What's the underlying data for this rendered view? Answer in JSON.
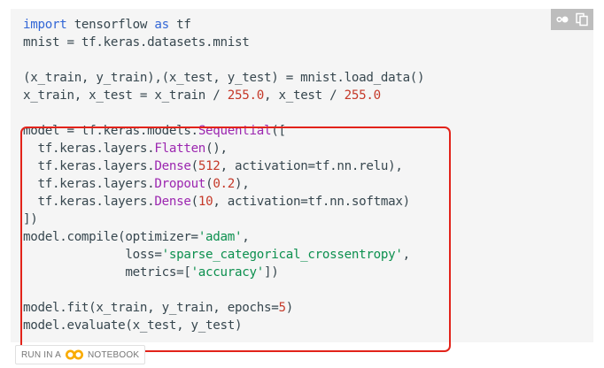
{
  "code_block": {
    "lines": [
      [
        {
          "t": "import",
          "c": "kw"
        },
        {
          "t": " tensorflow "
        },
        {
          "t": "as",
          "c": "kw"
        },
        {
          "t": " tf"
        }
      ],
      [
        {
          "t": "mnist = tf.keras.datasets.mnist"
        }
      ],
      [],
      [
        {
          "t": "(x_train, y_train),(x_test, y_test) = mnist.load_data()"
        }
      ],
      [
        {
          "t": "x_train, x_test = x_train / "
        },
        {
          "t": "255.0",
          "c": "num"
        },
        {
          "t": ", x_test / "
        },
        {
          "t": "255.0",
          "c": "num"
        }
      ],
      [],
      [
        {
          "t": "model = tf.keras.models."
        },
        {
          "t": "Sequential",
          "c": "fn"
        },
        {
          "t": "(["
        }
      ],
      [
        {
          "t": "  tf.keras.layers."
        },
        {
          "t": "Flatten",
          "c": "fn"
        },
        {
          "t": "(),"
        }
      ],
      [
        {
          "t": "  tf.keras.layers."
        },
        {
          "t": "Dense",
          "c": "fn"
        },
        {
          "t": "("
        },
        {
          "t": "512",
          "c": "num"
        },
        {
          "t": ", activation=tf.nn.relu),"
        }
      ],
      [
        {
          "t": "  tf.keras.layers."
        },
        {
          "t": "Dropout",
          "c": "fn"
        },
        {
          "t": "("
        },
        {
          "t": "0.2",
          "c": "num"
        },
        {
          "t": "),"
        }
      ],
      [
        {
          "t": "  tf.keras.layers."
        },
        {
          "t": "Dense",
          "c": "fn"
        },
        {
          "t": "("
        },
        {
          "t": "10",
          "c": "num"
        },
        {
          "t": ", activation=tf.nn.softmax)"
        }
      ],
      [
        {
          "t": "])"
        }
      ],
      [
        {
          "t": "model.compile(optimizer="
        },
        {
          "t": "'adam'",
          "c": "str"
        },
        {
          "t": ","
        }
      ],
      [
        {
          "t": "              loss="
        },
        {
          "t": "'sparse_categorical_crossentropy'",
          "c": "str"
        },
        {
          "t": ","
        }
      ],
      [
        {
          "t": "              metrics=["
        },
        {
          "t": "'accuracy'",
          "c": "str"
        },
        {
          "t": "])"
        }
      ],
      [],
      [
        {
          "t": "model.fit(x_train, y_train, epochs="
        },
        {
          "t": "5",
          "c": "num"
        },
        {
          "t": ")"
        }
      ],
      [
        {
          "t": "model.evaluate(x_test, y_test)"
        }
      ]
    ]
  },
  "toolbar": {
    "view_toggle_icon": "view-toggle-icon",
    "copy_icon": "copy-icon"
  },
  "colab_button": {
    "prefix": "RUN IN A",
    "logo_icon": "colab-logo-icon",
    "suffix": "NOTEBOOK"
  },
  "colors": {
    "keyword": "#3367d6",
    "function": "#9c27b0",
    "number": "#c53929",
    "string": "#0d904f",
    "highlight_border": "#e2231a"
  }
}
